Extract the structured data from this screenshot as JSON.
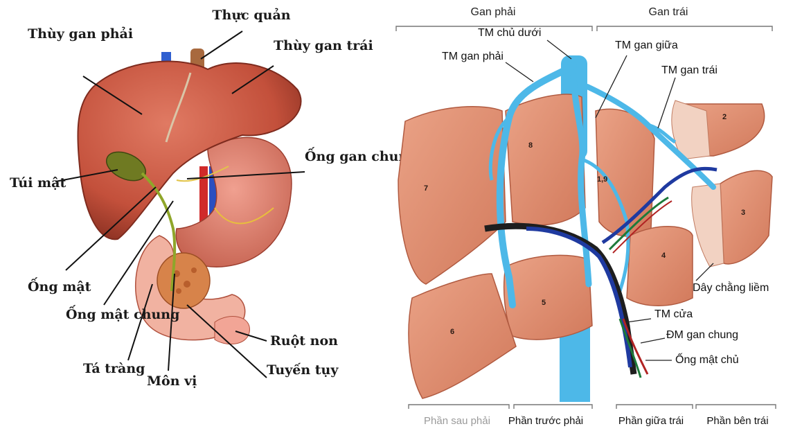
{
  "left_panel": {
    "labels": {
      "thuc_quan": "Thực quản",
      "thuy_gan_phai": "Thùy gan phải",
      "thuy_gan_trai": "Thùy gan trái",
      "tui_mat": "Túi mật",
      "ong_gan_chung": "Ống gan chung",
      "ong_mat": "Ống mật",
      "ong_mat_chung": "Ống mật chung",
      "ruot_non": "Ruột non",
      "ta_trang": "Tá tràng",
      "mon_vi": "Môn vị",
      "tuyen_tuy": "Tuyến tụy"
    }
  },
  "right_panel": {
    "headers": {
      "gan_phai": "Gan phải",
      "gan_trai": "Gan trái"
    },
    "labels": {
      "tm_chu_duoi": "TM chủ dưới",
      "tm_gan_phai": "TM gan phải",
      "tm_gan_giua": "TM gan giữa",
      "tm_gan_trai": "TM gan trái",
      "day_chang_liem": "Dây chằng liềm",
      "tm_cua": "TM cửa",
      "dm_gan_chung": "ĐM gan chung",
      "ong_mat_chu": "Ống mật chủ"
    },
    "segments": [
      "Phần sau phải",
      "Phần trước phải",
      "Phần giữa trái",
      "Phần bên trái"
    ],
    "segment_numbers": [
      "7",
      "8",
      "1,9",
      "2",
      "3",
      "4",
      "5",
      "6"
    ]
  },
  "colors": {
    "liver": "#c9563f",
    "liver_light": "#e8937a",
    "segment": "#dc8a6a",
    "vein": "#4db8e8",
    "vein_dark": "#1f3aa0",
    "gallbladder": "#6f7a22",
    "stomach": "#d97966"
  }
}
